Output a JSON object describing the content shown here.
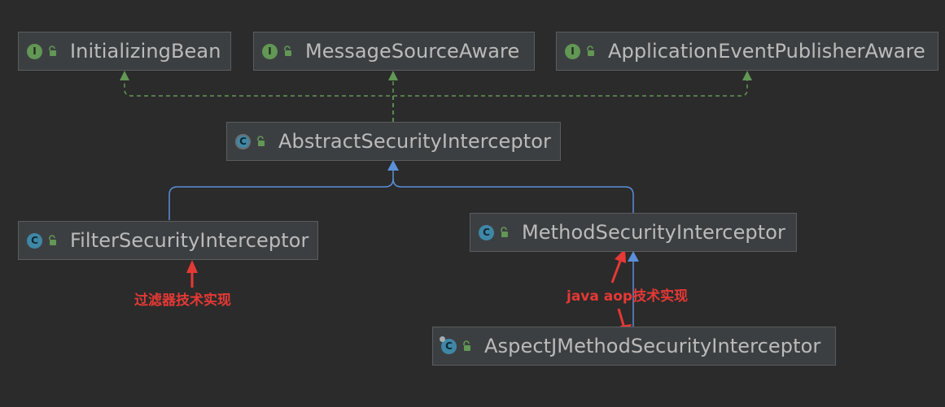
{
  "nodes": {
    "initializing_bean": {
      "badge": "I",
      "label": "InitializingBean"
    },
    "message_source_aware": {
      "badge": "I",
      "label": "MessageSourceAware"
    },
    "app_event_publisher_aware": {
      "badge": "I",
      "label": "ApplicationEventPublisherAware"
    },
    "abstract_security_interceptor": {
      "badge": "C",
      "label": "AbstractSecurityInterceptor"
    },
    "filter_security_interceptor": {
      "badge": "C",
      "label": "FilterSecurityInterceptor"
    },
    "method_security_interceptor": {
      "badge": "C",
      "label": "MethodSecurityInterceptor"
    },
    "aspectj_method_security_interceptor": {
      "badge": "C",
      "label": "AspectJMethodSecurityInterceptor"
    }
  },
  "annotations": {
    "filter_note": "过滤器技术实现",
    "aop_note": "java aop技术实现"
  },
  "colors": {
    "background": "#2b2b2b",
    "node_fill": "#3c3f41",
    "node_border": "#5a5d5f",
    "node_text": "#bbbbbb",
    "interface_badge": "#629755",
    "class_badge": "#3f87a6",
    "implements_edge": "#629755",
    "extends_edge": "#5b8fd9",
    "annotation": "#e53935"
  }
}
